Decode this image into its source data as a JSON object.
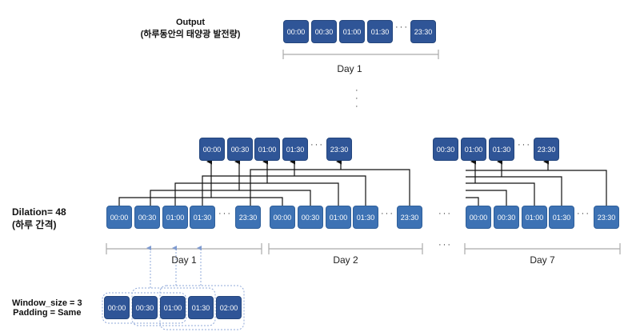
{
  "output_label": {
    "title": "Output",
    "subtitle": "(하루동안의 태양광 발전량)"
  },
  "top_output": [
    "00:00",
    "00:30",
    "01:00",
    "01:30",
    "23:30"
  ],
  "top_day": "Day 1",
  "mid_output_day1": [
    "00:00",
    "00:30",
    "01:00",
    "01:30",
    "23:30"
  ],
  "mid_output_day7": [
    "00:30",
    "01:00",
    "01:30",
    "23:30"
  ],
  "dilation_label": {
    "line1": "Dilation= 48",
    "line2": "(하루 간격)"
  },
  "input_days": [
    {
      "label": "Day 1",
      "slots": [
        "00:00",
        "00:30",
        "01:00",
        "01:30",
        "23:30"
      ]
    },
    {
      "label": "Day 2",
      "slots": [
        "00:00",
        "00:30",
        "01:00",
        "01:30",
        "23:30"
      ]
    },
    {
      "label": "Day 7",
      "slots": [
        "00:00",
        "00:30",
        "01:00",
        "01:30",
        "23:30"
      ]
    }
  ],
  "window_label": {
    "line1": "Window_size = 3",
    "line2": "Padding = Same"
  },
  "window_slots": [
    "00:00",
    "00:30",
    "01:00",
    "01:30",
    "02:00"
  ],
  "colors": {
    "output_box": "#2f5597",
    "input_box": "#3d72b4",
    "dashed": "#8fa8d8"
  }
}
